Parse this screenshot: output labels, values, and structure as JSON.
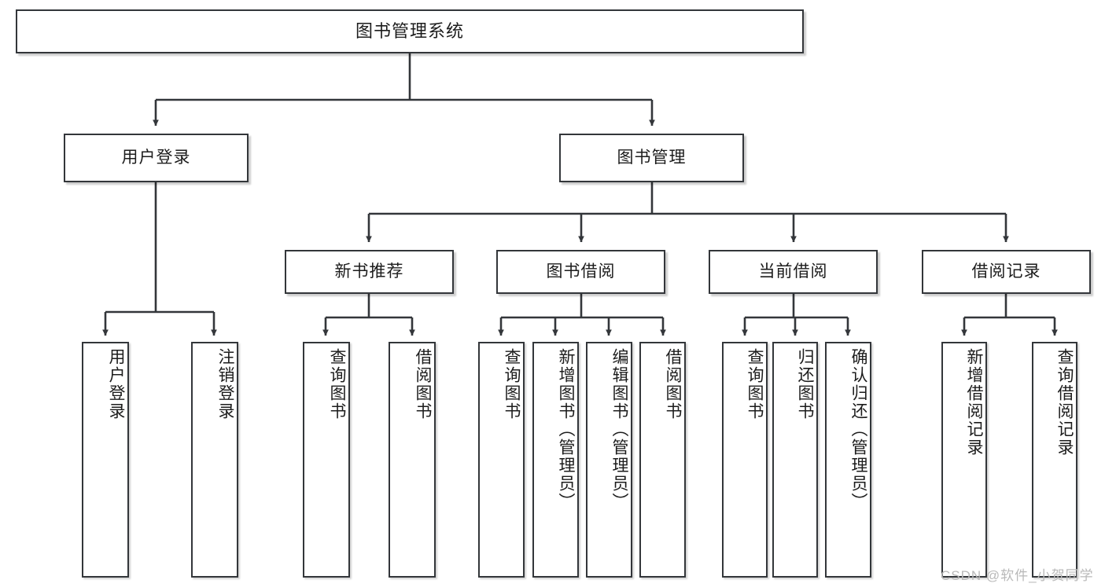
{
  "diagram": {
    "title": "图书管理系统",
    "root": {
      "label": "图书管理系统"
    },
    "level2": [
      {
        "label": "用户登录"
      },
      {
        "label": "图书管理"
      }
    ],
    "level3": [
      {
        "label": "新书推荐"
      },
      {
        "label": "图书借阅"
      },
      {
        "label": "当前借阅"
      },
      {
        "label": "借阅记录"
      }
    ],
    "leaves": {
      "user_login": [
        {
          "label": "用户登录"
        },
        {
          "label": "注销登录"
        }
      ],
      "new_book_recommend": [
        {
          "label": "查询图书"
        },
        {
          "label": "借阅图书"
        }
      ],
      "book_borrow": [
        {
          "label": "查询图书"
        },
        {
          "label": "新增图书（管理员）"
        },
        {
          "label": "编辑图书（管理员）"
        },
        {
          "label": "借阅图书"
        }
      ],
      "current_borrow": [
        {
          "label": "查询图书"
        },
        {
          "label": "归还图书"
        },
        {
          "label": "确认归还（管理员）"
        }
      ],
      "borrow_record": [
        {
          "label": "新增借阅记录"
        },
        {
          "label": "查询借阅记录"
        }
      ]
    },
    "watermark": "CSDN @软件_小贺同学",
    "colors": {
      "stroke": "#33363a",
      "text": "#1c1c1c",
      "background": "#ffffff",
      "watermark": "#b9b9b9"
    }
  }
}
